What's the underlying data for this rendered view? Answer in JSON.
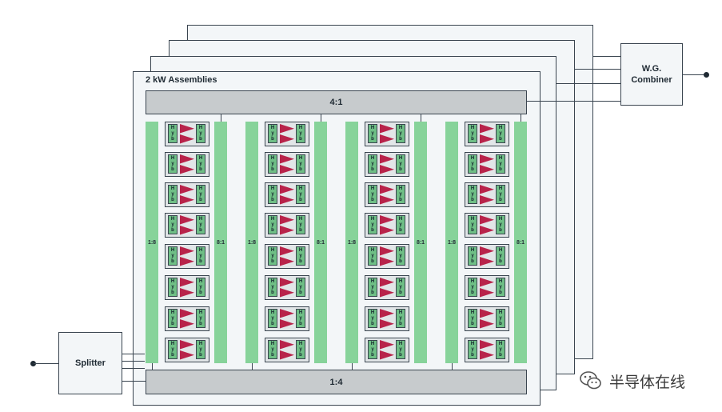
{
  "assembly_title": "2 kW Assemblies",
  "combiner_bar_label": "4:1",
  "splitter_bar_label": "1:4",
  "left_bar_label": "1:8",
  "right_bar_label": "8:1",
  "hybrid_letters": [
    "H",
    "y",
    "b"
  ],
  "combiner_box_label": "W.G.\nCombiner",
  "splitter_box_label": "Splitter",
  "watermark_text": "半导体在线",
  "colors": {
    "green_bar": "#87d39a",
    "hybrid": "#6fbf86",
    "amplifier": "#b8234a",
    "gray_bar": "#c7cbcd",
    "outline": "#3a4550"
  },
  "icons": [
    "amplifier-triangle-icon",
    "wechat-logo-icon"
  ]
}
